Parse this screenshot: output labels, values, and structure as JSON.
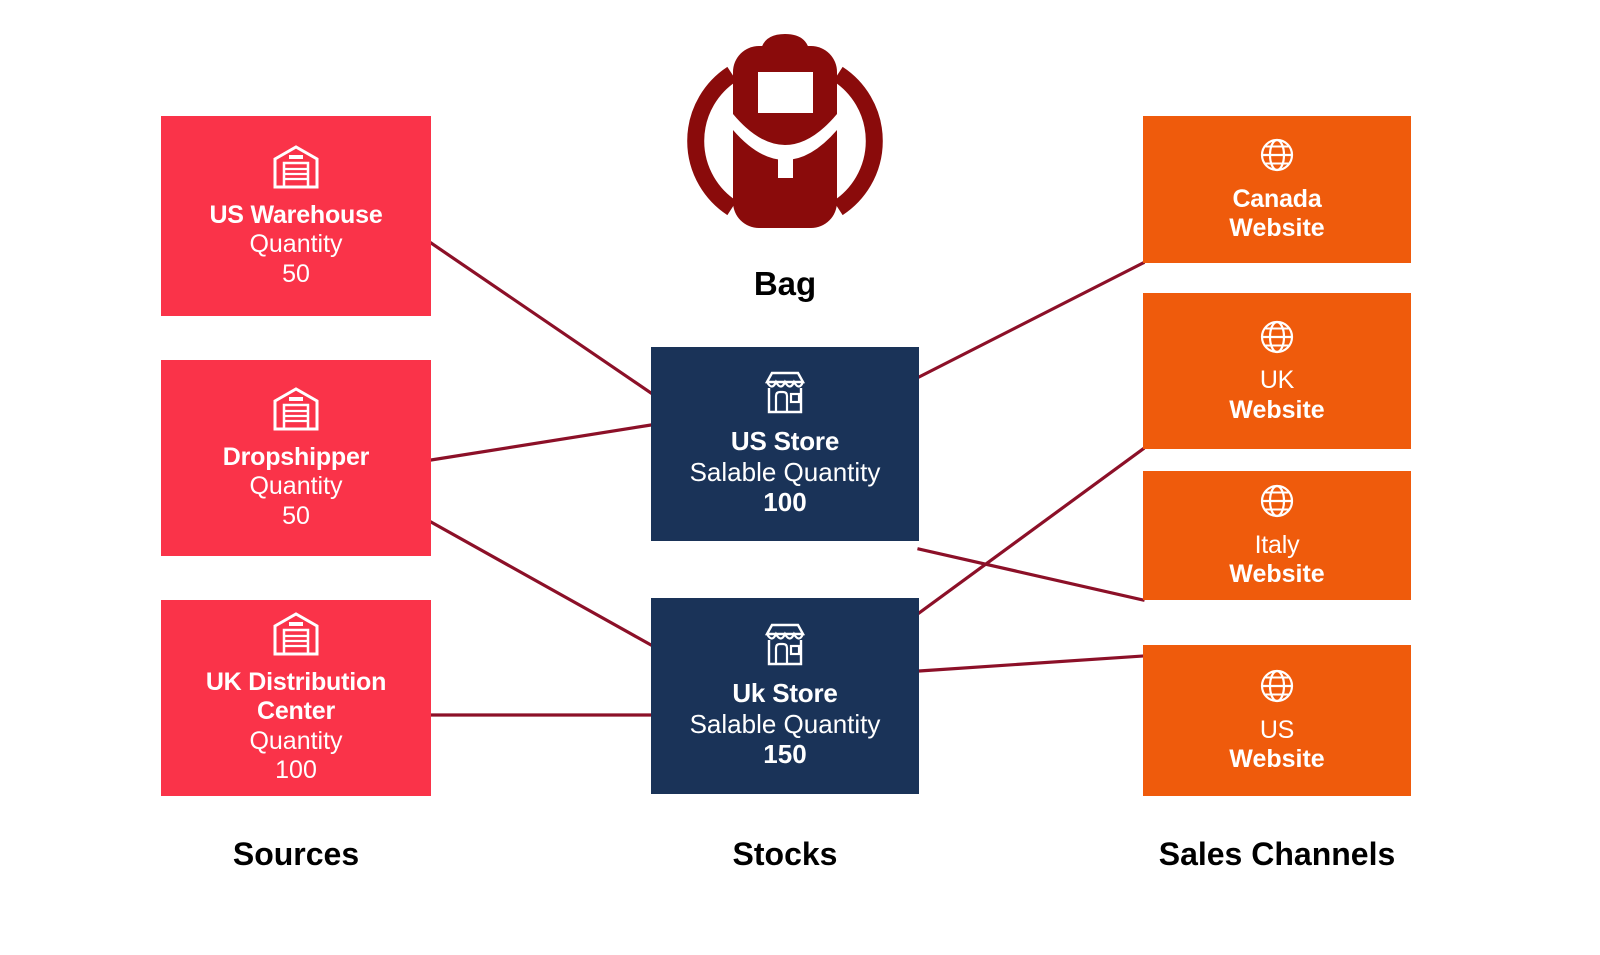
{
  "product": {
    "icon": "backpack-icon",
    "label": "Bag"
  },
  "columns": {
    "sources_caption": "Sources",
    "stocks_caption": "Stocks",
    "channels_caption": "Sales Channels"
  },
  "colors": {
    "source": "#FA3349",
    "stock": "#1A3358",
    "channel": "#EF5B0C",
    "link": "#8C1028",
    "product": "#8A0B0B",
    "background": "#FFFFFF",
    "text_on_fill": "#FFFFFF",
    "caption": "#000000"
  },
  "sources": [
    {
      "icon": "warehouse-icon",
      "title": "US Warehouse",
      "metric_label": "Quantity",
      "value": "50"
    },
    {
      "icon": "warehouse-icon",
      "title": "Dropshipper",
      "metric_label": "Quantity",
      "value": "50"
    },
    {
      "icon": "warehouse-icon",
      "title": "UK Distribution Center",
      "metric_label": "Quantity",
      "value": "100"
    }
  ],
  "stocks": [
    {
      "icon": "store-icon",
      "title": "US Store",
      "metric_label": "Salable Quantity",
      "value": "100"
    },
    {
      "icon": "store-icon",
      "title": "Uk Store",
      "metric_label": "Salable Quantity",
      "value": "150"
    }
  ],
  "channels": [
    {
      "icon": "globe-icon",
      "title": "Canada",
      "subtitle": "Website"
    },
    {
      "icon": "globe-icon",
      "title": "UK",
      "subtitle": "Website"
    },
    {
      "icon": "globe-icon",
      "title": "Italy",
      "subtitle": "Website"
    },
    {
      "icon": "globe-icon",
      "title": "US",
      "subtitle": "Website"
    }
  ],
  "links": [
    {
      "from": "US Warehouse",
      "to": "US Store"
    },
    {
      "from": "Dropshipper",
      "to": "US Store"
    },
    {
      "from": "Dropshipper",
      "to": "Uk Store"
    },
    {
      "from": "UK Distribution Center",
      "to": "Uk Store"
    },
    {
      "from": "US Store",
      "to": "Canada Website"
    },
    {
      "from": "US Store",
      "to": "Italy Website"
    },
    {
      "from": "Uk Store",
      "to": "UK Website"
    },
    {
      "from": "Uk Store",
      "to": "US Website"
    }
  ]
}
